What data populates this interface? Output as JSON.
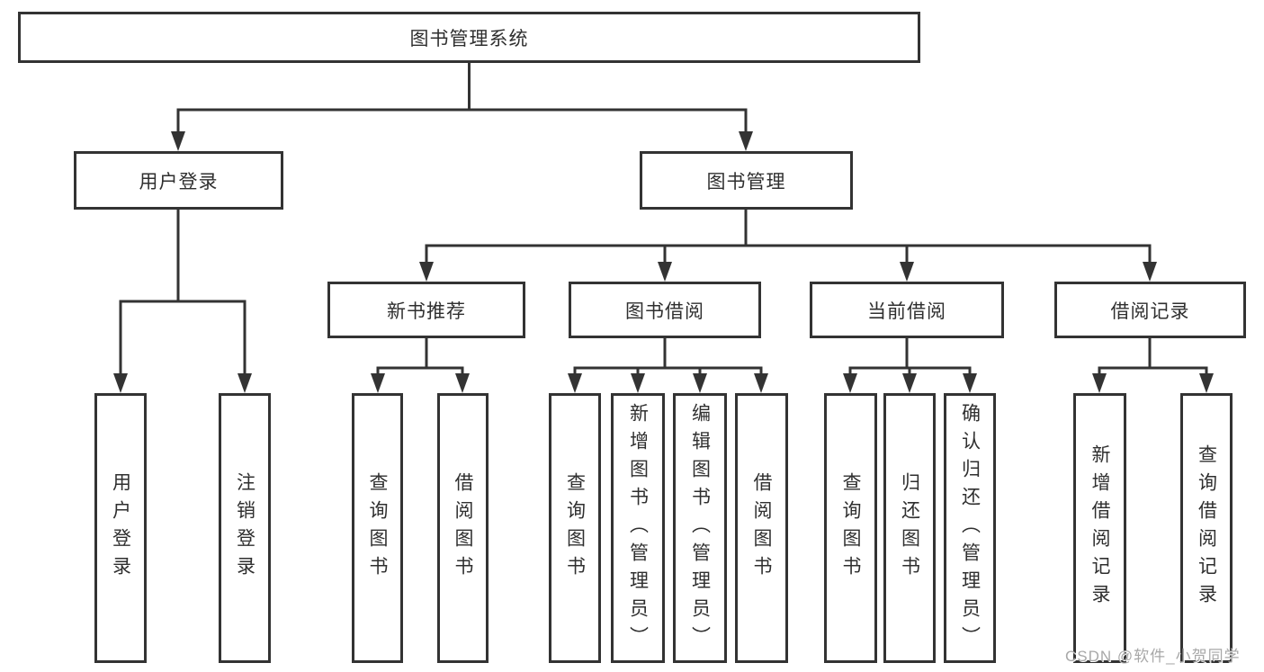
{
  "diagram": {
    "root": {
      "label": "图书管理系统"
    },
    "branches": [
      {
        "label": "用户登录",
        "children": [
          {
            "label": "用户登录"
          },
          {
            "label": "注销登录"
          }
        ]
      },
      {
        "label": "图书管理",
        "children": [
          {
            "label": "新书推荐",
            "children": [
              {
                "label": "查询图书"
              },
              {
                "label": "借阅图书"
              }
            ]
          },
          {
            "label": "图书借阅",
            "children": [
              {
                "label": "查询图书"
              },
              {
                "label": "新增图书（管理员）"
              },
              {
                "label": "编辑图书（管理员）"
              },
              {
                "label": "借阅图书"
              }
            ]
          },
          {
            "label": "当前借阅",
            "children": [
              {
                "label": "查询图书"
              },
              {
                "label": "归还图书"
              },
              {
                "label": "确认归还（管理员）"
              }
            ]
          },
          {
            "label": "借阅记录",
            "children": [
              {
                "label": "新增借阅记录"
              },
              {
                "label": "查询借阅记录"
              }
            ]
          }
        ]
      }
    ]
  },
  "watermark": {
    "text": "CSDN @软件_小贺同学"
  },
  "colors": {
    "line": "#333333",
    "text": "#2f2f2f",
    "background": "#ffffff",
    "watermark": "#a8a8a8"
  }
}
